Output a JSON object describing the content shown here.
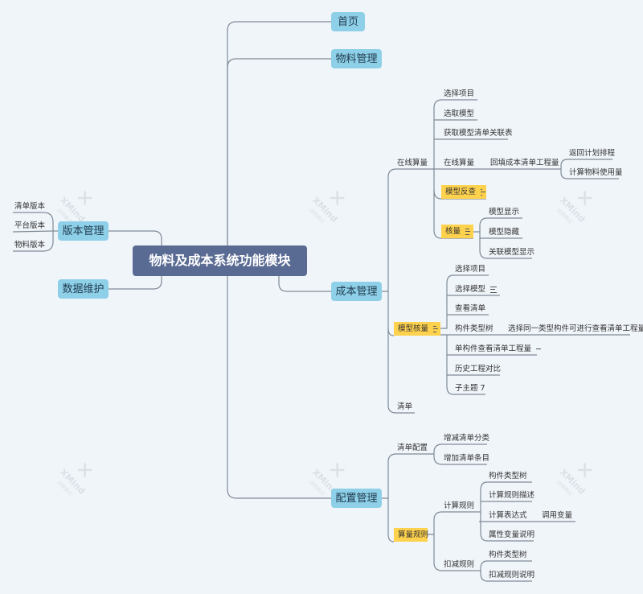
{
  "root": {
    "label": "物料及成本系统功能模块"
  },
  "main_nodes": {
    "home": "首页",
    "material": "物料管理",
    "cost": "成本管理",
    "config": "配置管理",
    "version": "版本管理",
    "data_maint": "数据维护"
  },
  "version_items": [
    "清单版本",
    "平台版本",
    "物料版本"
  ],
  "cost": {
    "online": "在线算量",
    "online_items": {
      "select_project": "选择项目",
      "pick_model": "选取模型",
      "get_link": "获取模型清单关联表",
      "online_calc": "在线算量",
      "fill_back": "回填成本清单工程量",
      "return_plan": "返回计划排程",
      "calc_usage": "计算物料使用量",
      "model_reverse": "模型反查",
      "check_qty": "核量",
      "show_model": "模型显示",
      "hide_model": "模型隐藏",
      "show_linked": "关联模型显示"
    },
    "model_check": "模型核量",
    "model_items": {
      "select_project": "选择项目",
      "select_model": "选择模型",
      "view_list": "查看清单",
      "comp_tree": "构件类型树",
      "comp_tree_desc": "选择同一类型构件可进行查看清单工程量",
      "single_comp": "单构件查看清单工程量",
      "history": "历史工程对比",
      "subtopic": "子主题 7"
    },
    "list": "清单"
  },
  "config": {
    "list_config": "清单配置",
    "add_category": "增减清单分类",
    "add_entry": "增加清单条目",
    "calc_rule": "算量规则",
    "calc_rules": "计算规则",
    "calc_items": {
      "comp_tree": "构件类型树",
      "rule_desc": "计算规则描述",
      "expression": "计算表达式",
      "call_var": "调用变量",
      "attr_desc": "属性变量说明"
    },
    "deduct_rule": "扣减规则",
    "deduct_items": {
      "comp_tree": "构件类型树",
      "deduct_desc": "扣减规则说明"
    }
  },
  "watermark": {
    "brand": "XMind",
    "sub": "试用模式"
  },
  "colors": {
    "background": "#f0f5fa",
    "root": "#5a6b93",
    "main": "#8fd0e9",
    "highlight": "#ffd24d",
    "line": "#7f8b96"
  }
}
